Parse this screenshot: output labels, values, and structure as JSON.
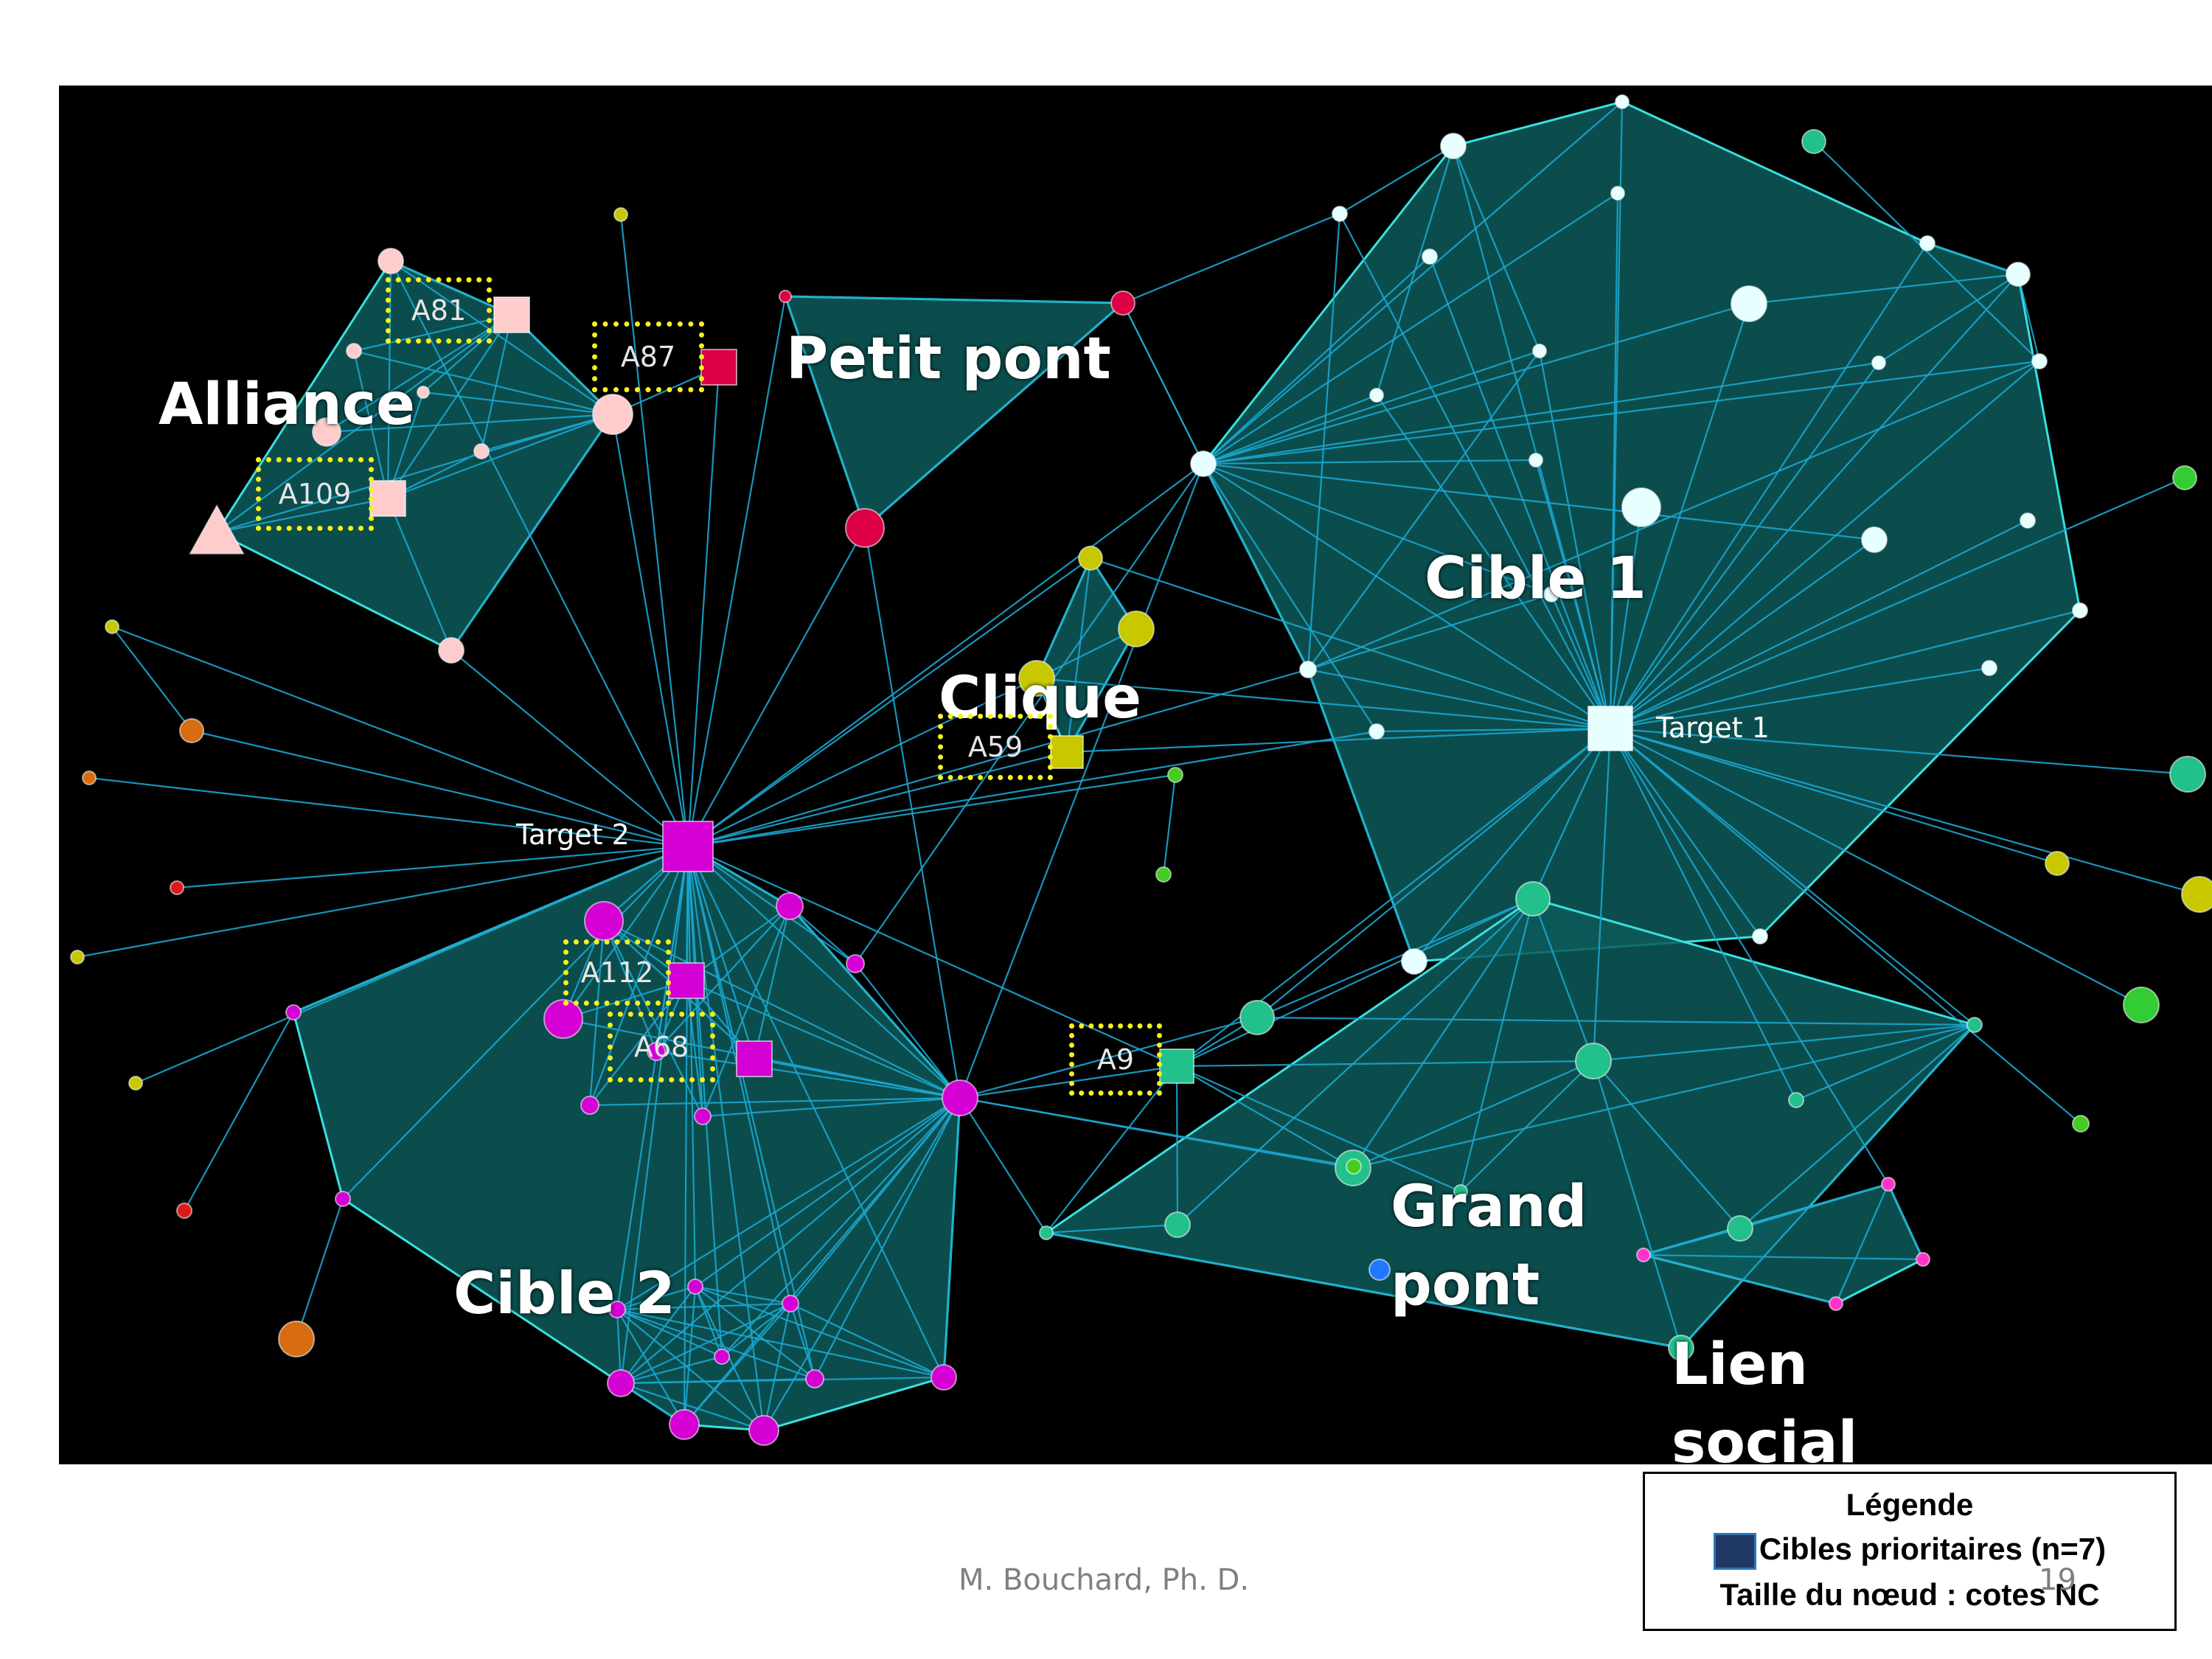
{
  "diagram": {
    "group_labels": {
      "alliance": "Alliance",
      "petit_pont": "Petit pont",
      "cible_1": "Cible 1",
      "clique": "Clique",
      "cible_2": "Cible 2",
      "grand_pont": "Grand\npont",
      "lien_social": "Lien\nsocial"
    },
    "node_labels": {
      "target_1": "Target 1",
      "target_2": "Target 2",
      "a81": "A81",
      "a87": "A87",
      "a109": "A109",
      "a59": "A59",
      "a112": "A112",
      "a68": "A68",
      "a9": "A9"
    },
    "colors": {
      "background": "#000000",
      "edge": "#1aa6cf",
      "hull_fill": "#0d5a5a",
      "hull_stroke": "#38e0e0",
      "highlight_box": "#f6f21c",
      "alliance_nodes": "#ffcccc",
      "cible1_nodes": "#e8ffff",
      "cible2_nodes": "#d400d4",
      "bridge_nodes": "#dd0044",
      "clique_nodes": "#c8c800",
      "grand_pont_nodes": "#22c08a",
      "lien_social_nodes": "#ff33cc"
    }
  },
  "legend": {
    "title": "Légende",
    "swatch_label": "Cibles prioritaires (n=7)",
    "size_note": "Taille du nœud : cotes NC"
  },
  "footer": {
    "author": "M. Bouchard, Ph. D.",
    "page": "19"
  }
}
